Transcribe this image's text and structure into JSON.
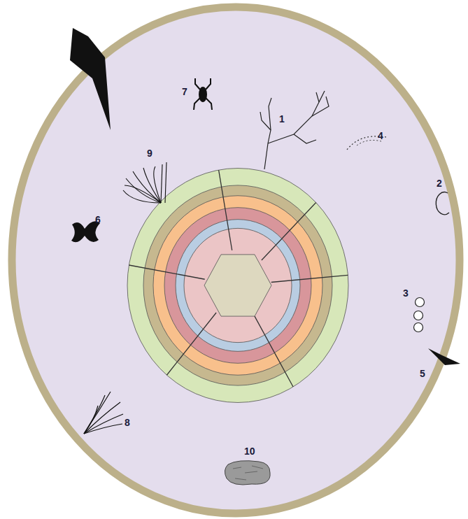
{
  "diagram": {
    "labels": [
      "7",
      "1",
      "4",
      "9",
      "2",
      "6",
      "3",
      "5",
      "8",
      "10"
    ]
  }
}
